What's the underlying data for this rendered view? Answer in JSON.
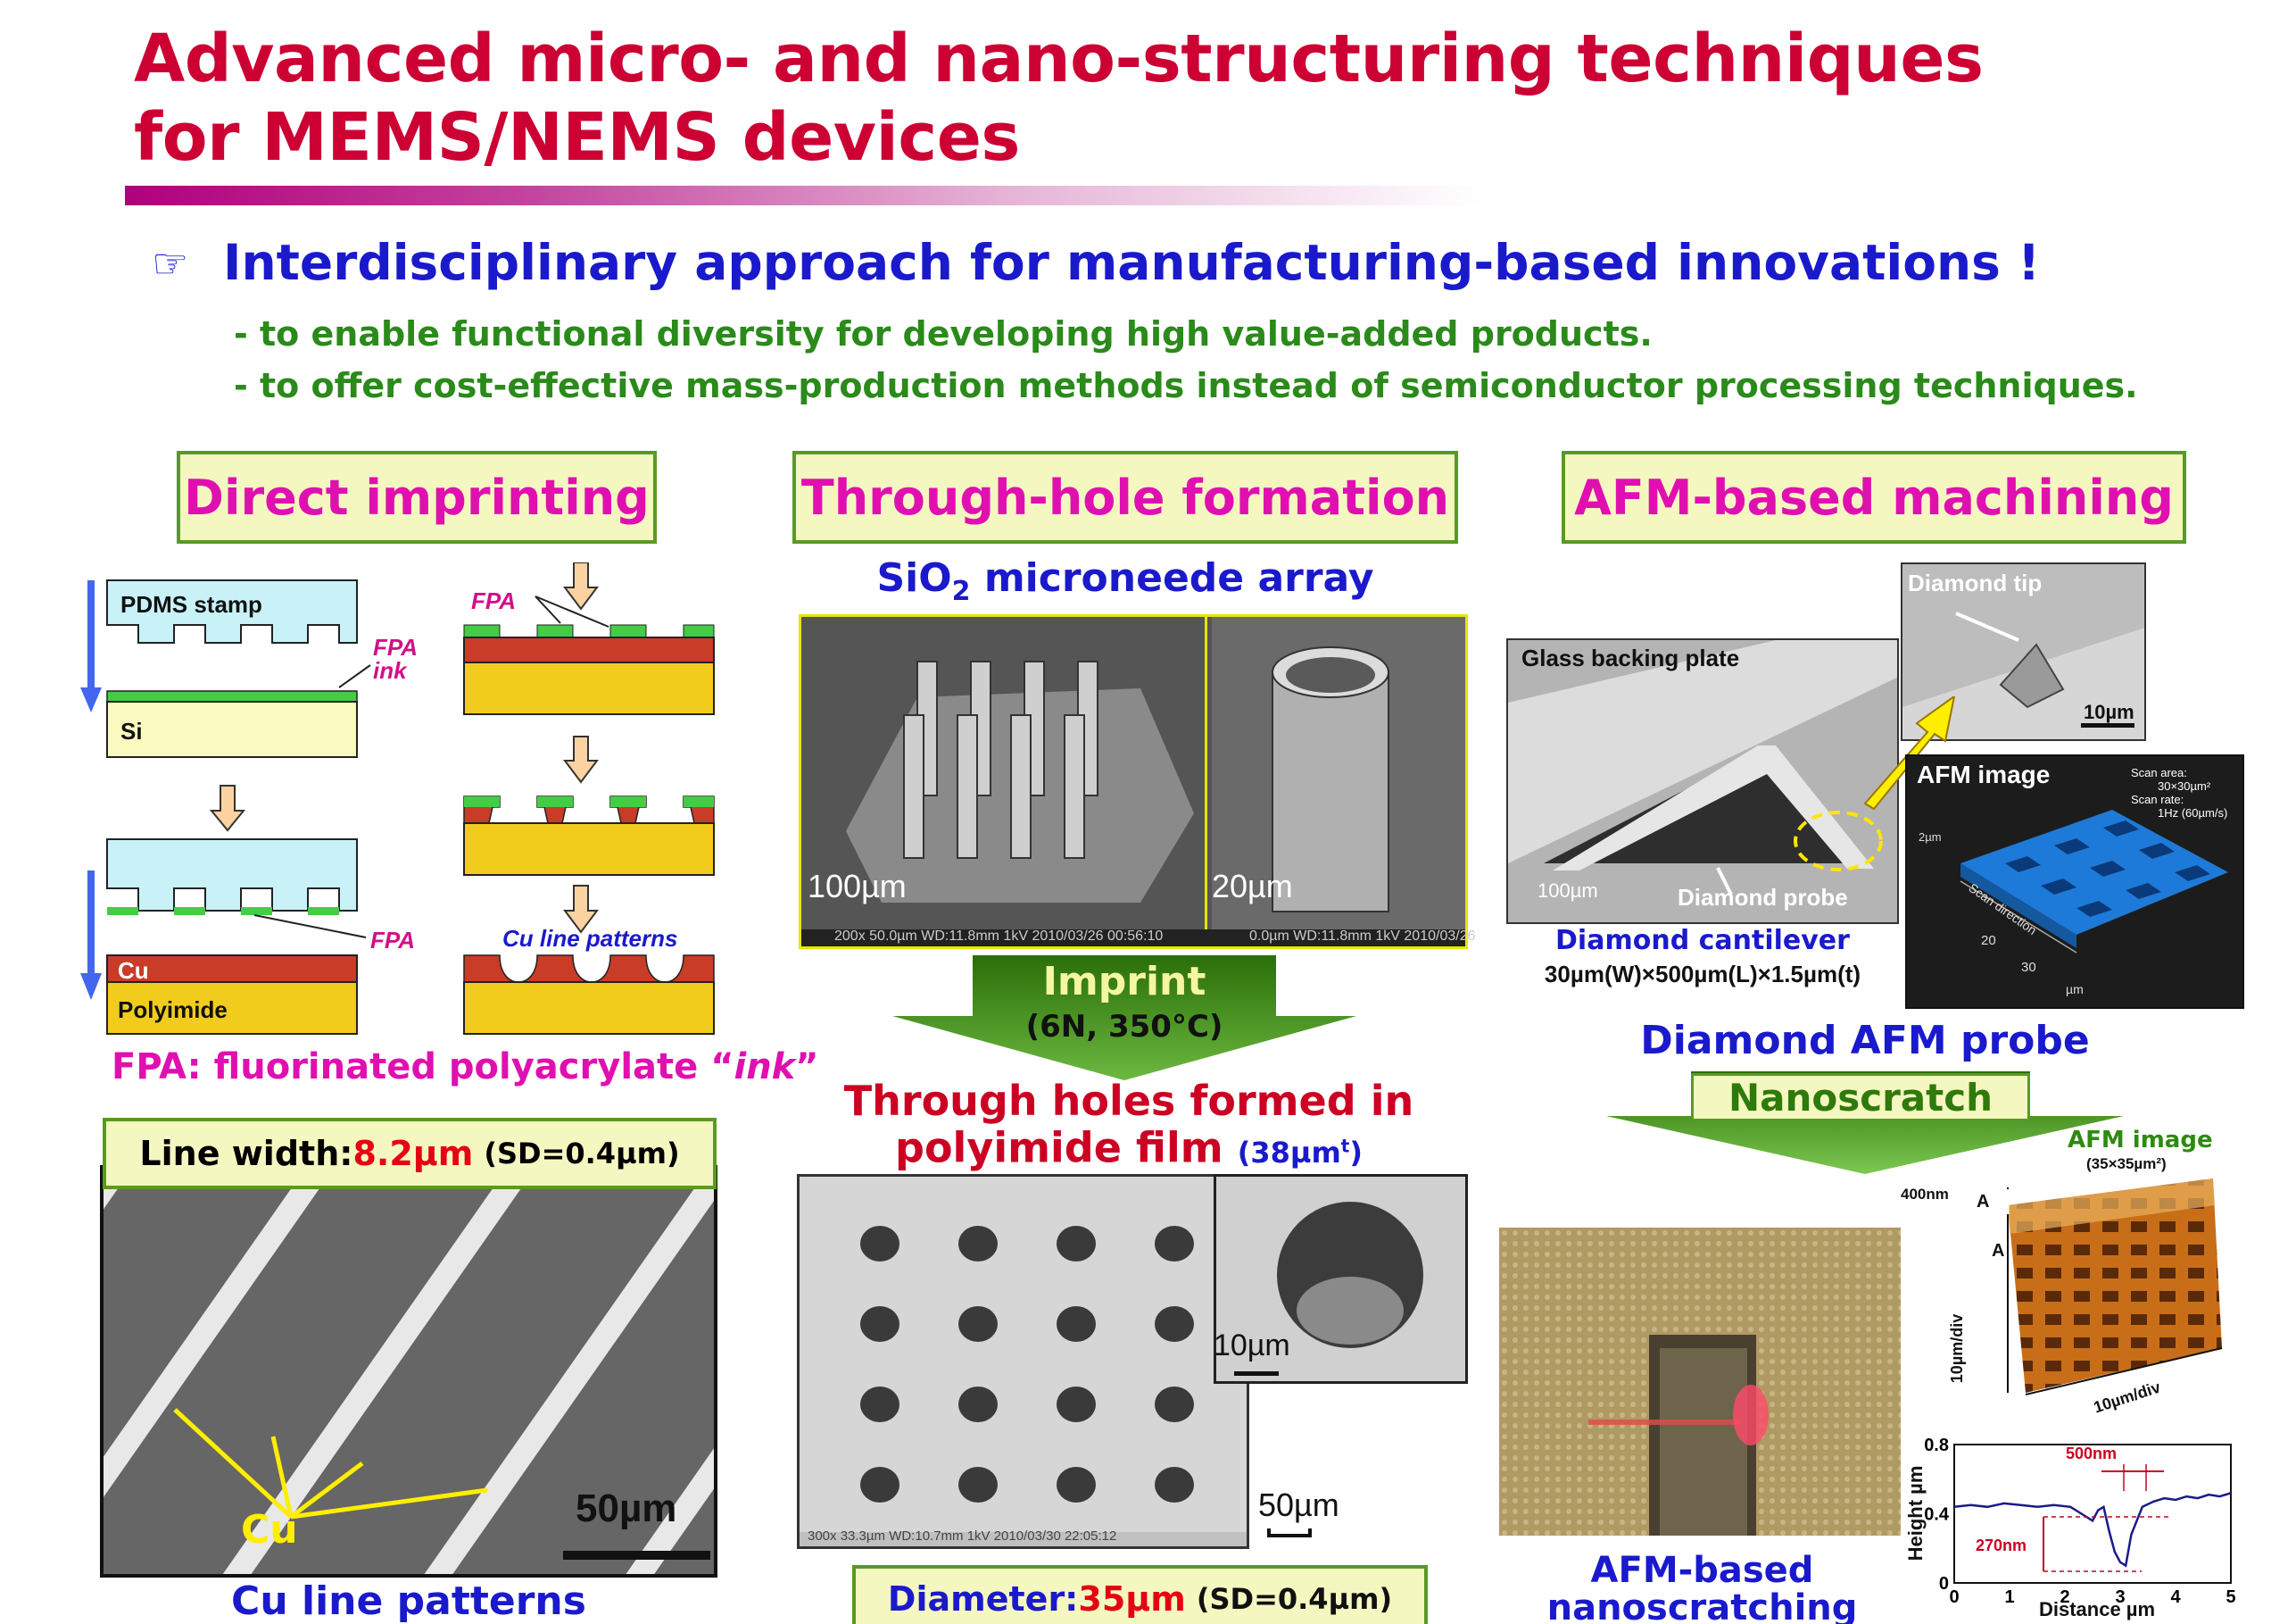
{
  "title": {
    "line1": "Advanced micro- and nano-structuring techniques",
    "line2": "for MEMS/NEMS devices"
  },
  "subtitle": {
    "icon": "pointing-hand-icon",
    "text": "Interdisciplinary approach for manufacturing-based innovations !"
  },
  "bullets": [
    "- to enable functional diversity for developing high value-added products.",
    "- to offer cost-effective mass-production methods instead of semiconductor processing techniques."
  ],
  "sections": {
    "direct_imprinting": {
      "heading": "Direct imprinting",
      "diagram": {
        "pdms_stamp": "PDMS stamp",
        "si": "Si",
        "fpa_ink": "FPA\nink",
        "fpa_top": "FPA",
        "fpa_bottom": "FPA",
        "cu": "Cu",
        "polyimide": "Polyimide",
        "cu_line_patterns": "Cu line patterns"
      },
      "fpa_note_prefix": "FPA: fluorinated polyacrylate “",
      "fpa_note_ink": "ink",
      "fpa_note_suffix": "”",
      "line_width_label": "Line width: ",
      "line_width_value": "8.2µm",
      "line_width_sd": "(SD=0.4µm)",
      "image_cu_label": "Cu",
      "image_scale": "50µm",
      "caption": "Cu line patterns"
    },
    "through_hole": {
      "heading": "Through-hole formation",
      "microneedle_title_pre": "SiO",
      "microneedle_title_sub": "2",
      "microneedle_title_post": " microneede array",
      "sem_left_scale": "100µm",
      "sem_left_meta": "200x 50.0µm WD:11.8mm  1kV 2010/03/26 00:56:10",
      "sem_right_scale": "20µm",
      "sem_right_meta": "0.0µm WD:11.8mm  1kV 2010/03/26",
      "imprint_label": "Imprint",
      "imprint_params": "(6N, 350°C)",
      "result_line1": "Through holes formed in",
      "result_line2": "polyimide film",
      "result_thickness": "(38µm",
      "result_thickness_sup": "t",
      "result_thickness_close": ")",
      "holes_meta": "300x 33.3µm WD:10.7mm  1kV 2010/03/30 22:05:12",
      "holes_scale": "50µm",
      "hole_zoom_scale": "10µm",
      "diameter_label": "Diameter: ",
      "diameter_value": "35µm",
      "diameter_sd": "(SD=0.4µm)"
    },
    "afm_machining": {
      "heading": "AFM-based machining",
      "glass_backing": "Glass backing plate",
      "diamond_probe": "Diamond probe",
      "cantilever_scale": "100µm",
      "diamond_tip": "Diamond tip",
      "tip_scale": "10µm",
      "afm_image_title": "AFM image",
      "scan_area": "Scan area:",
      "scan_area_value": "30×30µm²",
      "scan_rate": "Scan rate:",
      "scan_rate_value": "1Hz (60µm/s)",
      "scan_direction": "Scan direction",
      "afm_z_label": "2µm",
      "afm_tick_20": "20",
      "afm_tick_30": "30",
      "afm_unit": "µm",
      "cantilever_caption": "Diamond cantilever",
      "cantilever_dims": "30µm(W)×500µm(L)×1.5µm(t)",
      "probe_caption": "Diamond AFM probe",
      "nanoscratch_label": "Nanoscratch",
      "afm_image2_title": "AFM image",
      "afm_image2_area": "(35×35µm²)",
      "afm_400nm": "400nm",
      "afm_A1": "A",
      "afm_A2": "A",
      "afm_div_y": "10µm/div",
      "afm_div_x": "10µm/div",
      "nanoscratch_caption_1": "AFM-based",
      "nanoscratch_caption_2": "nanoscratching"
    }
  },
  "chart_data": {
    "type": "line",
    "title": "",
    "xlabel": "Distance  µm",
    "ylabel": "Height  µm",
    "xlim": [
      0,
      5
    ],
    "ylim": [
      0,
      0.8
    ],
    "xticks": [
      "0",
      "1",
      "2",
      "3",
      "4",
      "5"
    ],
    "yticks": [
      "0",
      "0.4",
      "0.8"
    ],
    "annotations": [
      "500nm",
      "270nm"
    ],
    "series": [
      {
        "x": [
          0.0,
          0.3,
          0.6,
          0.9,
          1.2,
          1.5,
          1.8,
          2.1,
          2.3,
          2.5,
          2.6,
          2.7,
          2.8,
          2.9,
          3.0,
          3.1,
          3.2,
          3.4,
          3.6,
          3.8,
          4.0,
          4.2,
          4.4,
          4.6,
          4.8,
          5.0
        ],
        "y": [
          0.44,
          0.45,
          0.44,
          0.46,
          0.45,
          0.44,
          0.45,
          0.44,
          0.4,
          0.36,
          0.42,
          0.44,
          0.3,
          0.18,
          0.12,
          0.1,
          0.28,
          0.44,
          0.47,
          0.49,
          0.48,
          0.5,
          0.49,
          0.51,
          0.5,
          0.52
        ]
      }
    ]
  },
  "colors": {
    "title": "#cc0033",
    "subtitle": "#1a1acc",
    "bullet": "#2a8a1a",
    "heading_text": "#e010b0",
    "heading_bg": "#f4f7c0",
    "heading_border": "#5a9a22",
    "arrow_green": "#2e7a0a",
    "highlight_red": "#e60012"
  }
}
